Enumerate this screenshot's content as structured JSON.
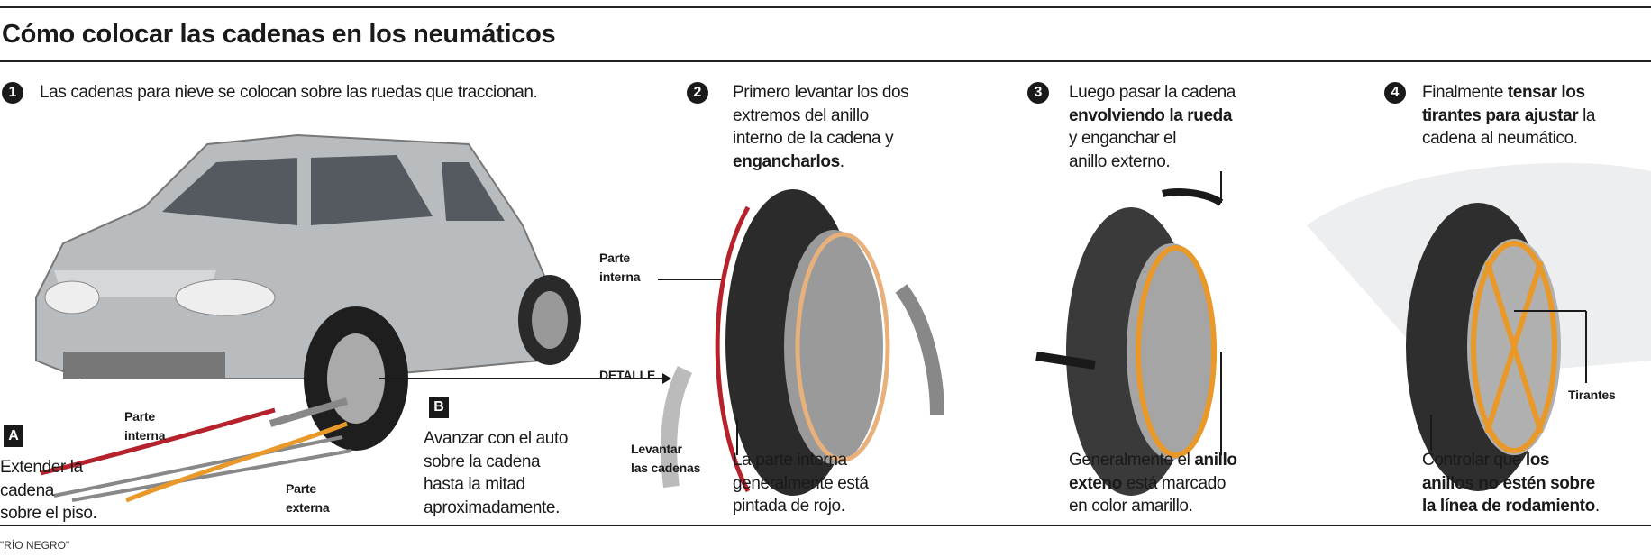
{
  "title": "Cómo colocar las cadenas en los neumáticos",
  "steps": [
    {
      "number": "1",
      "text": "Las cadenas para nieve se colocan sobre las ruedas que traccionan."
    },
    {
      "number": "2",
      "lines": [
        "Primero levantar los dos",
        "extremos del anillo",
        "interno de la cadena y",
        "enganchar"
      ],
      "bold_tail": "enganchar­los",
      "bold": "enganchar",
      "bold2": "los",
      "tail": "."
    },
    {
      "number": "3",
      "line1": "Luego pasar la cadena",
      "bold": "envolviendo la rueda",
      "line3": "y enganchar el",
      "line4": "anillo externo."
    },
    {
      "number": "4",
      "pre": "Finalmente ",
      "bold1": "tensar los",
      "bold2": "tirantes para ajustar",
      "post": " la",
      "line3": "cadena al neumático."
    }
  ],
  "substeps": {
    "a": {
      "letter": "A",
      "lines": [
        "Extender la",
        "cadena",
        "sobre el piso."
      ]
    },
    "b": {
      "letter": "B",
      "lines": [
        "Avanzar con el auto",
        "sobre la cadena",
        "hasta la mitad",
        "aproximadamente."
      ]
    }
  },
  "labels": {
    "parte_interna_1": "Parte",
    "parte_interna_2": "interna",
    "parte_externa_1": "Parte",
    "parte_externa_2": "externa",
    "detalle": "DETALLE",
    "levantar_1": "Levantar",
    "levantar_2": "las cadenas",
    "tirantes": "Tirantes"
  },
  "notes": {
    "red": [
      "La parte interna",
      "generalmente está",
      "pintada de rojo."
    ],
    "yellow": {
      "pre": "Generalmente el ",
      "bold1": "anillo",
      "bold2": "exteno",
      "post": " está marcado",
      "line3": "en color amarillo."
    },
    "control": {
      "pre": "Controlar que ",
      "bold1": "los",
      "bold2": "anillos no estén sobre",
      "bold3": "la línea de rodamiento",
      "post": "."
    }
  },
  "footer": "\"RÍO NEGRO\"",
  "colors": {
    "red": "#b5222c",
    "orange": "#e8992a",
    "ink": "#1a1a1a"
  }
}
